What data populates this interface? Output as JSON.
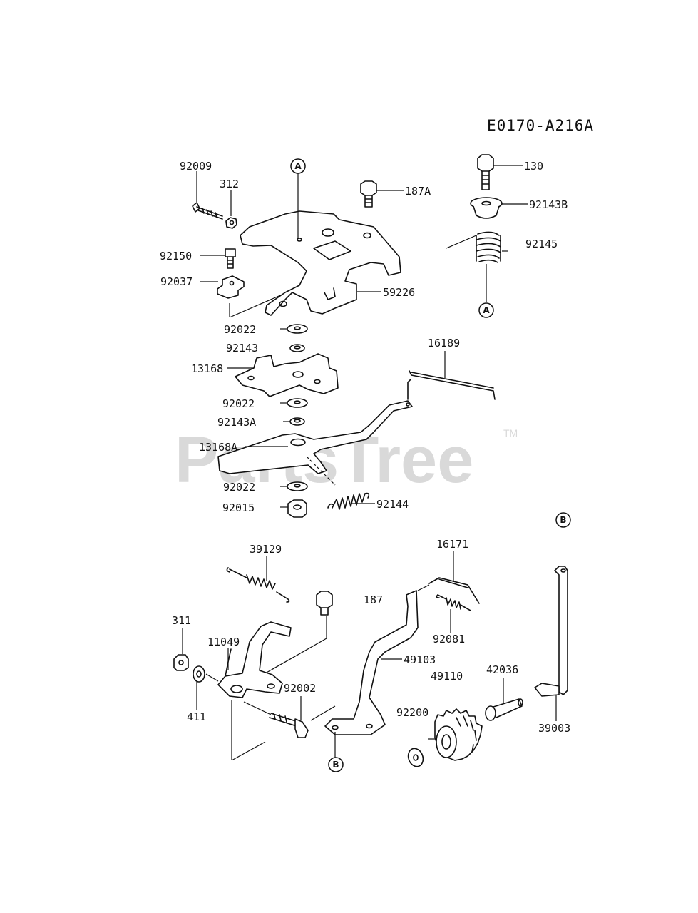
{
  "diagram_code": "E0170-A216A",
  "watermark": {
    "text": "PartsTree",
    "trademark": "TM"
  },
  "callouts": {
    "a": "A",
    "b": "B"
  },
  "parts": {
    "p92009": "92009",
    "p312": "312",
    "p187A": "187A",
    "p130": "130",
    "p92143B": "92143B",
    "p92145": "92145",
    "p92150": "92150",
    "p92037": "92037",
    "p59226": "59226",
    "p92022_top": "92022",
    "p92143": "92143",
    "p16189": "16189",
    "p13168": "13168",
    "p92022_mid": "92022",
    "p92143A": "92143A",
    "p13168A": "13168A",
    "p92022_low": "92022",
    "p92015": "92015",
    "p92144": "92144",
    "p39129": "39129",
    "p16171": "16171",
    "p187": "187",
    "p311": "311",
    "p11049": "11049",
    "p92081": "92081",
    "p49103": "49103",
    "p49110": "49110",
    "p42036": "42036",
    "p92002": "92002",
    "p411": "411",
    "p92200": "92200",
    "p39003": "39003"
  }
}
